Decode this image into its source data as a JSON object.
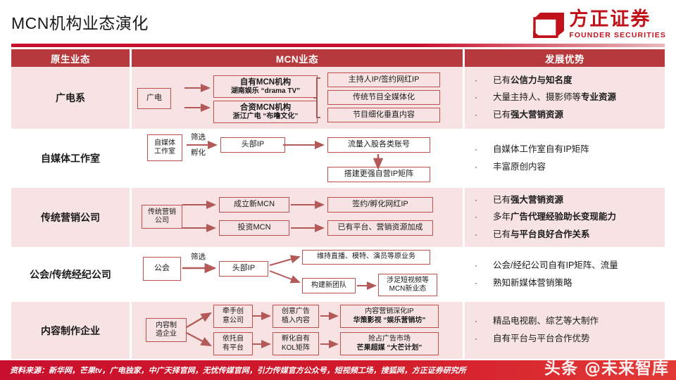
{
  "header": {
    "title": "MCN机构业态演化",
    "logo_cn": "方正证券",
    "logo_en": "FOUNDER SECURITIES"
  },
  "table": {
    "columns": [
      "原生业态",
      "MCN业态",
      "发展优势"
    ],
    "rows": [
      {
        "category": "广电系",
        "flow": {
          "source": "广电",
          "boxes": [
            {
              "title": "自有MCN机构",
              "sub": "湖南娱乐 “drama TV”"
            },
            {
              "title": "合资MCN机构",
              "sub": "浙江广电 “布噜文化”"
            }
          ],
          "outcomes": [
            "主持人IP/签约网红IP",
            "传统节目全媒体化",
            "节目细化垂直内容"
          ]
        },
        "advantages": [
          {
            "plain": "已有",
            "bold": "公信力与知名度"
          },
          {
            "plain": "大量主持人、摄影师等",
            "bold": "专业资源"
          },
          {
            "plain": "已有",
            "bold": "强大营销资源"
          }
        ]
      },
      {
        "category": "自媒体工作室",
        "flow": {
          "source": "自媒体\n工作室",
          "edge_labels": [
            "筛选",
            "孵化"
          ],
          "mid": "头部IP",
          "outcomes": [
            "流量入股各类账号",
            "搭建更强自营IP矩阵"
          ]
        },
        "advantages": [
          {
            "plain": "自媒体工作室自有IP矩阵",
            "bold": ""
          },
          {
            "plain": "丰富原创内容",
            "bold": ""
          }
        ]
      },
      {
        "category": "传统营销公司",
        "flow": {
          "source": "传统营销\n公司",
          "boxes": [
            "成立新MCN",
            "投资MCN"
          ],
          "outcomes": [
            "签约/孵化网红IP",
            "已有平台、营销资源加成"
          ]
        },
        "advantages": [
          {
            "plain": "已有",
            "bold": "强大营销资源"
          },
          {
            "plain": "多年",
            "bold": "广告代理经验助长变现能力"
          },
          {
            "plain": "已有",
            "bold": "与平台良好合作关系"
          }
        ]
      },
      {
        "category": "公会/传统经纪公司",
        "flow": {
          "source": "公会",
          "edge_label": "筛选",
          "mid": "头部IP",
          "outcomes": [
            "维持直播、模特、演员等原业务",
            "构建新团队",
            "涉足短视频等\nMCN新业态"
          ]
        },
        "advantages": [
          {
            "plain": "公会/经纪公司自有IP矩阵、流量",
            "bold": ""
          },
          {
            "plain": "熟知新媒体营销策略",
            "bold": ""
          }
        ]
      },
      {
        "category": "内容制作企业",
        "flow": {
          "source": "内容制\n造企业",
          "stage1": [
            "牵手创\n意公司",
            "依托自\n有平台"
          ],
          "stage2": [
            "创意广告\n植入内容",
            "孵化自有\nKOL矩阵"
          ],
          "stage3": [
            {
              "title": "内容营销深化IP",
              "sub": "华策影视 “娱乐营销坊”"
            },
            {
              "title": "抢占广告市场",
              "sub": "芒果超媒 “大芒计划”"
            }
          ]
        },
        "advantages": [
          {
            "plain": "精品电视剧、综艺等大制作",
            "bold": ""
          },
          {
            "plain": "自有平台与平台合作优势",
            "bold": ""
          }
        ]
      }
    ]
  },
  "footer": {
    "source": "资料来源：新华网，芒果tv，广电独家，中广天择官网，无忧传媒官网，引力传媒官方公众号，短视频工场，搜狐网，方正证券研究所",
    "watermark": "头条 @未来智库"
  },
  "colors": {
    "brand_red": "#c8102e",
    "header_bar": "#b63a3d",
    "box_border": "#c0504d",
    "row_tint": "#f7e3e3"
  }
}
